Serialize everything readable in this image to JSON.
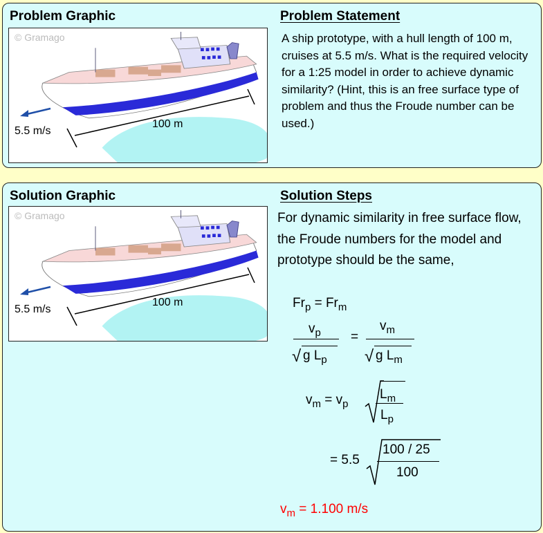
{
  "problem": {
    "graphic_title": "Problem Graphic",
    "statement_title": "Problem Statement",
    "statement": "A ship prototype, with a hull length of 100 m, cruises at 5.5 m/s. What is the required velocity for a 1:25 model in order to achieve dynamic similarity? (Hint, this is an free surface type of problem and thus the Froude number can be used.)"
  },
  "graphic": {
    "copyright": "© Gramago",
    "speed_label": "5.5 m/s",
    "length_label": "100 m"
  },
  "solution": {
    "graphic_title": "Solution Graphic",
    "steps_title": "Solution Steps",
    "intro": "For dynamic similarity in free surface flow, the Froude numbers for the model and prototype should be the same,",
    "eq": {
      "Fr": "Fr",
      "p": "p",
      "m": "m",
      "eq": "=",
      "v": "v",
      "gL": "g L",
      "L": "L",
      "val": "5.5",
      "num": "100 / 25",
      "den": "100"
    },
    "answer": " = 1.100 m/s"
  },
  "colors": {
    "background": "#ffffc8",
    "panel": "#d8fcfc",
    "answer": "#ff0000"
  }
}
